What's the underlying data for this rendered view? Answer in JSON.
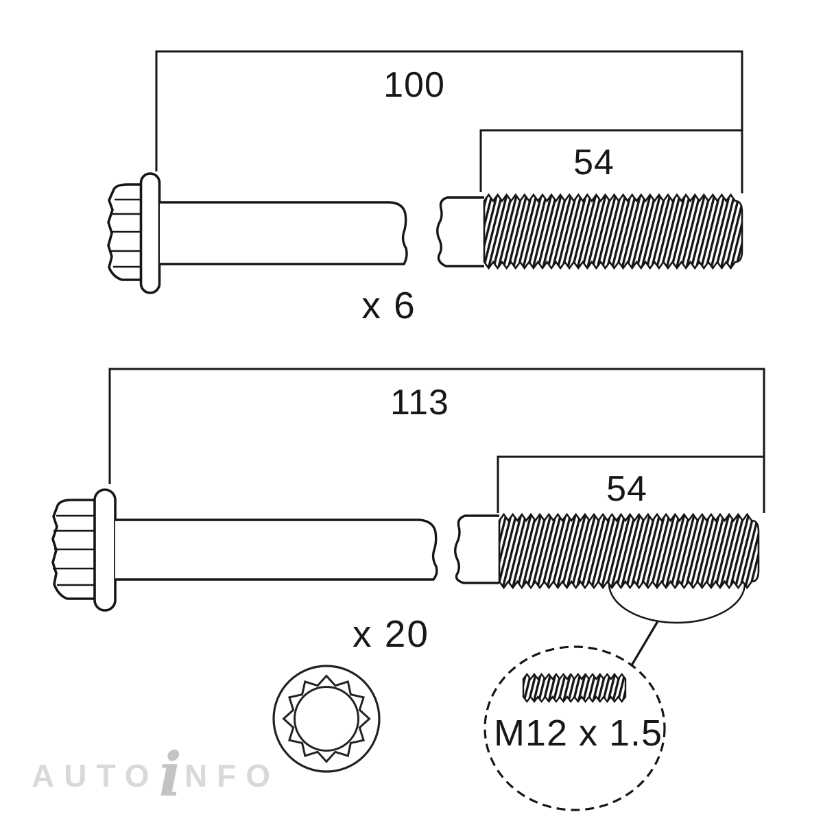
{
  "diagram": {
    "top_bolt": {
      "overall_length_mm": "100",
      "thread_length_mm": "54",
      "quantity_label": "x 6"
    },
    "bottom_bolt": {
      "overall_length_mm": "113",
      "thread_length_mm": "54",
      "quantity_label": "x 20"
    },
    "detail": {
      "thread_spec": "M12 x 1.5"
    },
    "watermark": {
      "prefix": "AUTO",
      "accent_letter": "i",
      "suffix": "NFO"
    },
    "colors": {
      "line": "#161616",
      "background": "#ffffff",
      "watermark_gray": "#d9d9d9",
      "watermark_accent": "#c3c3c3"
    }
  }
}
